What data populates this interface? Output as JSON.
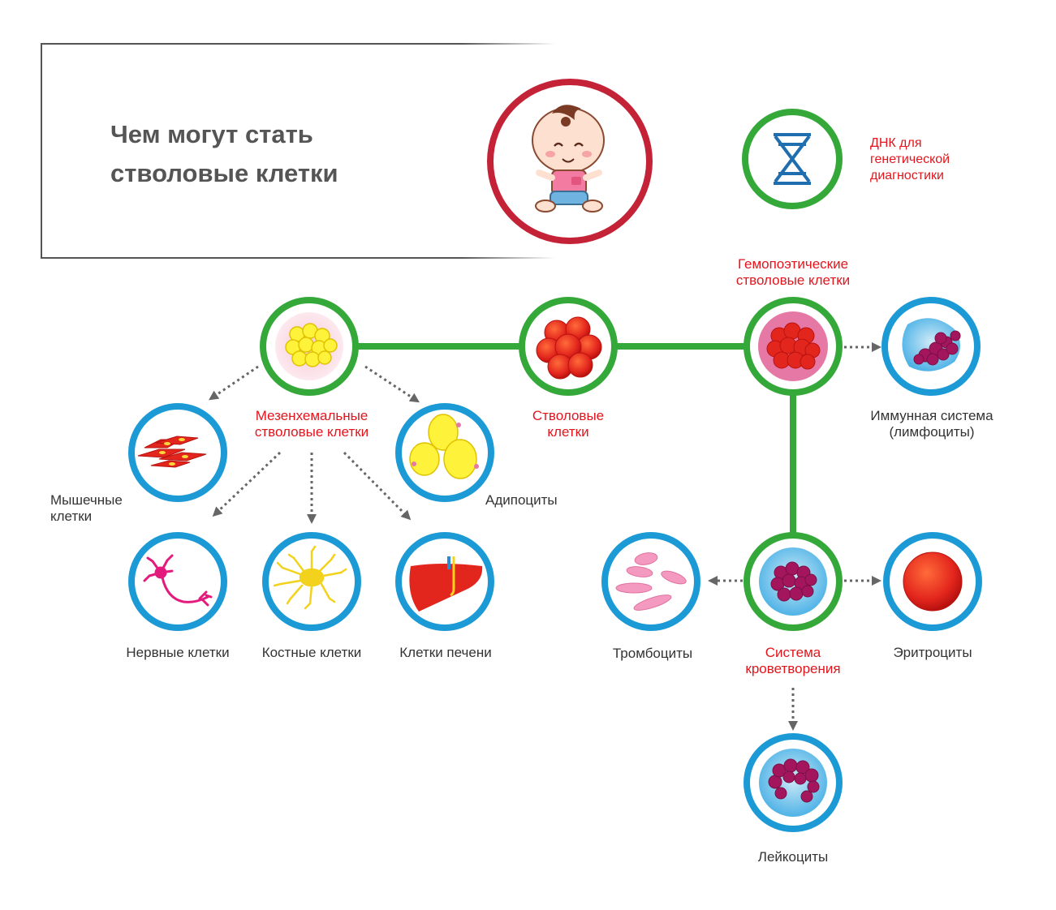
{
  "title": {
    "line1": "Чем могут стать",
    "line2": "стволовые клетки"
  },
  "dna": {
    "lines": [
      "ДНК для",
      "генетической",
      "диагностики"
    ]
  },
  "nodes": {
    "mesenchymal": {
      "lines": [
        "Мезенхемальные",
        "стволовые клетки"
      ]
    },
    "stem": {
      "lines": [
        "Стволовые",
        "клетки"
      ]
    },
    "hematopoietic": {
      "lines": [
        "Гемопоэтические",
        "стволовые клетки"
      ]
    },
    "immune": {
      "lines": [
        "Иммунная система",
        "(лимфоциты)"
      ]
    },
    "muscle": {
      "lines": [
        "Мышечные",
        "клетки"
      ]
    },
    "adipocytes": {
      "lines": [
        "Адипоциты"
      ]
    },
    "nerve": {
      "lines": [
        "Нервные клетки"
      ]
    },
    "bone": {
      "lines": [
        "Костные клетки"
      ]
    },
    "liver": {
      "lines": [
        "Клетки печени"
      ]
    },
    "platelets": {
      "lines": [
        "Тромбоциты"
      ]
    },
    "hematopoiesis": {
      "lines": [
        "Система",
        "кроветворения"
      ]
    },
    "erythrocytes": {
      "lines": [
        "Эритроциты"
      ]
    },
    "leukocytes": {
      "lines": [
        "Лейкоциты"
      ]
    }
  },
  "icons": {
    "baby": "baby-icon",
    "dna": "dna-icon",
    "mesenchymal": "mesenchymal-cell-cluster-icon",
    "stem": "stem-cell-cluster-icon",
    "hematopoietic": "hematopoietic-cell-icon",
    "immune": "lymphocyte-icon",
    "muscle": "muscle-cells-icon",
    "adipocytes": "adipocytes-icon",
    "nerve": "neuron-icon",
    "bone": "bone-cell-icon",
    "liver": "liver-icon",
    "platelets": "platelets-icon",
    "hematopoiesis": "blood-cell-icon",
    "erythrocytes": "erythrocyte-icon",
    "leukocytes": "leukocyte-icon"
  },
  "colors": {
    "green_ring": "#35a83a",
    "blue_ring": "#1c9ad6",
    "red_ring": "#c42237",
    "label_red": "#e3151d",
    "label_gray": "#333333",
    "title_gray": "#555555",
    "arrow_gray": "#666666"
  }
}
